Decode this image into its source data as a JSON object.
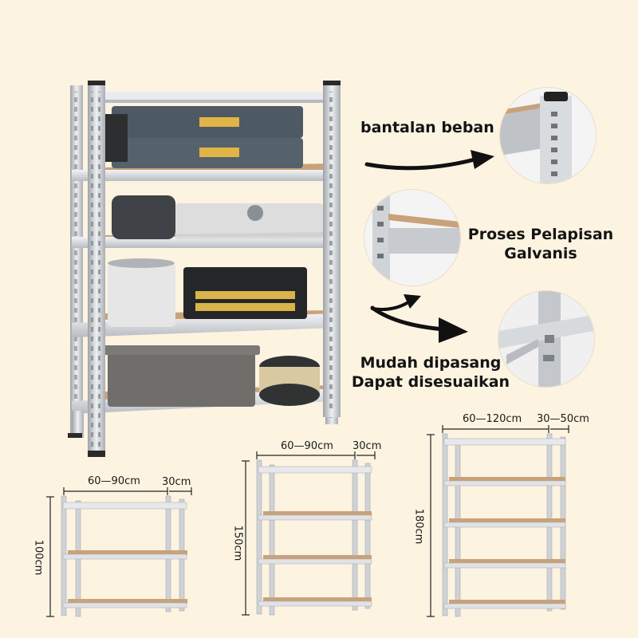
{
  "callouts": {
    "load_bearing": "bantalan beban",
    "galvanized_line1": "Proses Pelapisan",
    "galvanized_line2": "Galvanis",
    "easy_install_line1": "Mudah dipasang",
    "easy_install_line2": "Dapat disesuaikan"
  },
  "sizes": [
    {
      "width": "60—90cm",
      "depth": "30cm",
      "height": "100cm",
      "shelves": 3
    },
    {
      "width": "60—90cm",
      "depth": "30cm",
      "height": "150cm",
      "shelves": 4
    },
    {
      "width": "60—120cm",
      "depth": "30—50cm",
      "height": "180cm",
      "shelves": 5
    }
  ],
  "colors": {
    "background": "#fdf3e1",
    "steel": "#d4d7db",
    "board": "#c9a27a",
    "text": "#141414"
  }
}
